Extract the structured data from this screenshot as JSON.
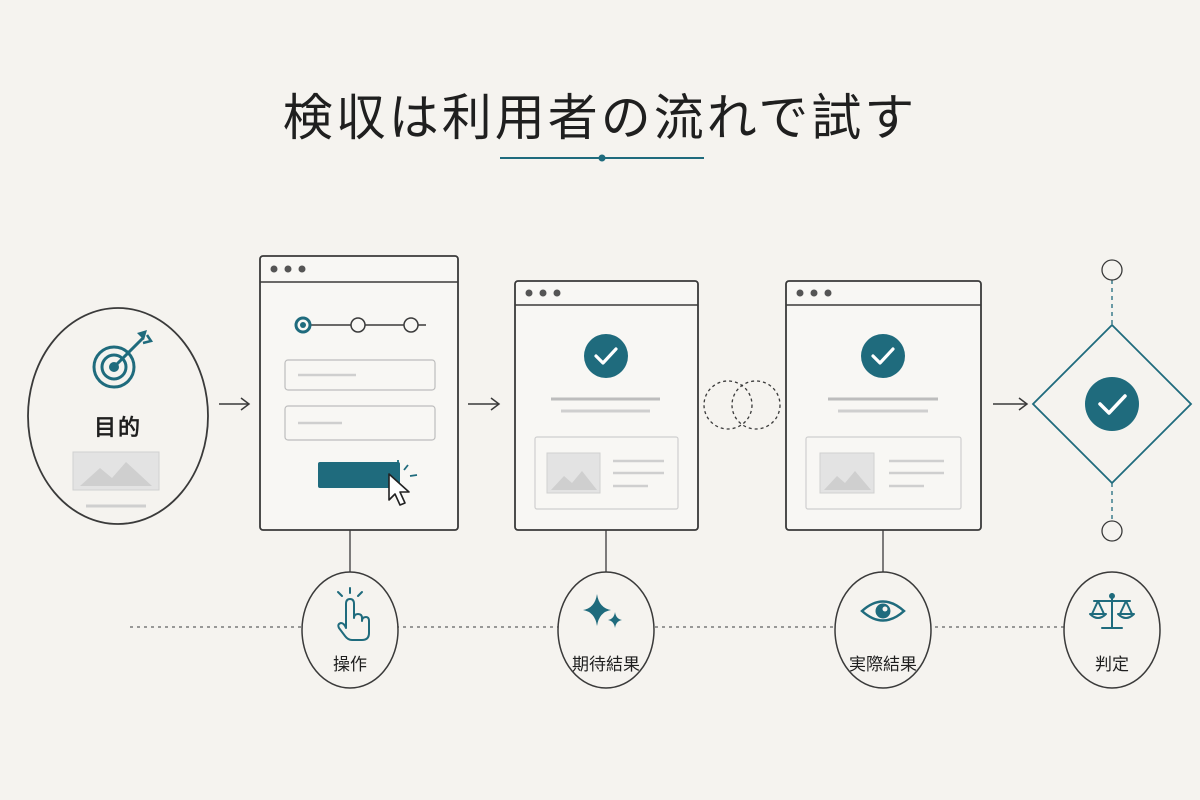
{
  "title": "検収は利用者の流れで試す",
  "goal_label": "目的",
  "step_labels": {
    "operation": "操作",
    "expected": "期待結果",
    "actual": "実際結果",
    "judgement": "判定"
  },
  "colors": {
    "accent": "#1f6b7d",
    "stroke": "#3a3a3a",
    "muted": "#c9c9c9",
    "background": "#f5f3ef"
  },
  "icons": [
    "target-icon",
    "tap-icon",
    "sparkle-icon",
    "eye-icon",
    "scales-icon",
    "check-icon",
    "cursor-icon"
  ]
}
